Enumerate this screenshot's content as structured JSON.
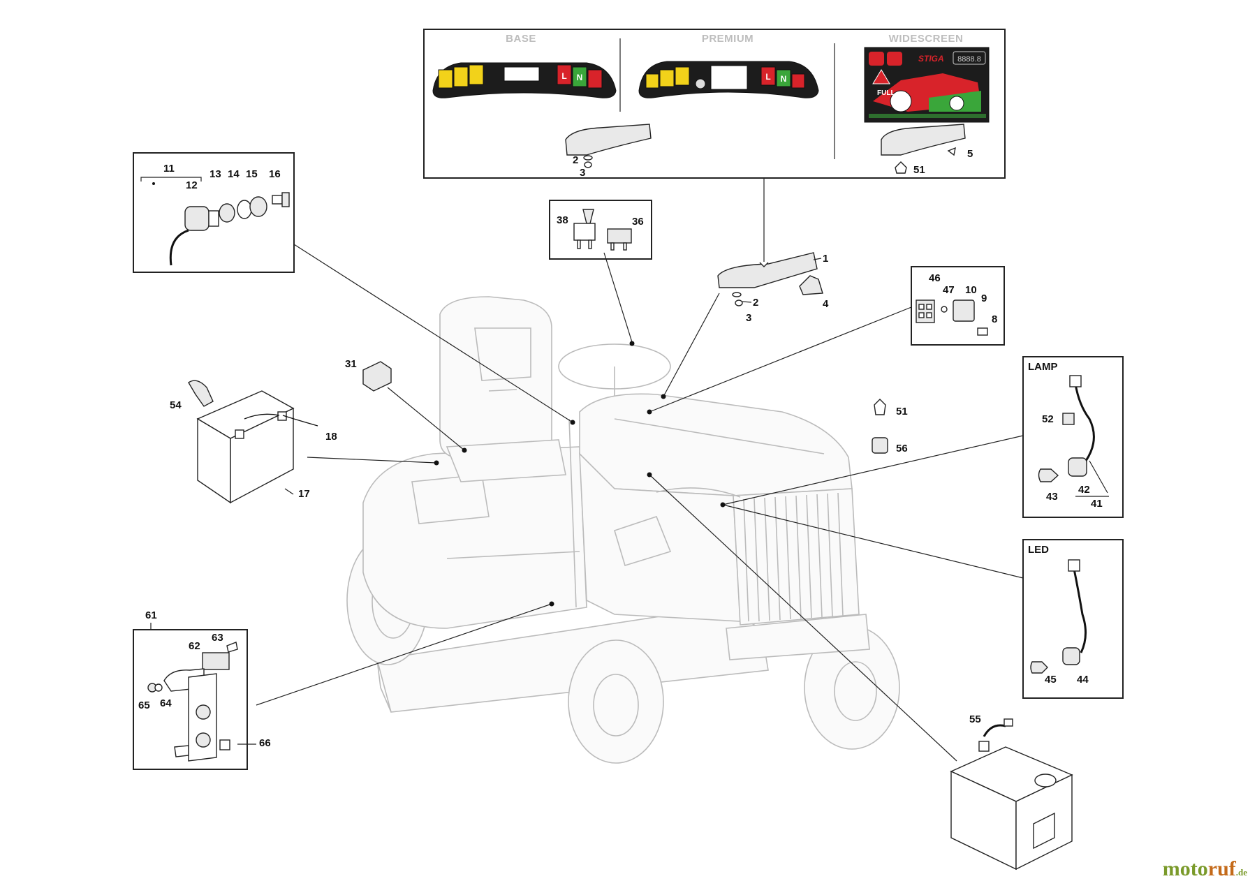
{
  "panels": {
    "base": "BASE",
    "premium": "PREMIUM",
    "widescreen": "WIDESCREEN",
    "lamp": "LAMP",
    "led": "LED"
  },
  "dash": {
    "brand": "STIGA",
    "full": "FULL",
    "digits": "8888.8",
    "gear_n": "N",
    "gear_l": "L"
  },
  "callouts": {
    "c1": "1",
    "c2a": "2",
    "c3a": "3",
    "c2b": "2",
    "c3b": "3",
    "c4": "4",
    "c5": "5",
    "c8": "8",
    "c9": "9",
    "c10": "10",
    "c11": "11",
    "c12": "12",
    "c13": "13",
    "c14": "14",
    "c15": "15",
    "c16": "16",
    "c17": "17",
    "c18": "18",
    "c31": "31",
    "c36": "36",
    "c38": "38",
    "c41": "41",
    "c42": "42",
    "c43": "43",
    "c44": "44",
    "c45": "45",
    "c46": "46",
    "c47": "47",
    "c51a": "51",
    "c51b": "51",
    "c52": "52",
    "c54": "54",
    "c55": "55",
    "c56": "56",
    "c61": "61",
    "c62": "62",
    "c63": "63",
    "c64": "64",
    "c65": "65",
    "c66": "66"
  },
  "watermark": {
    "part1": "moto",
    "part2": "ruf",
    "suffix": ".de"
  },
  "colors": {
    "yellow": "#f2d21a",
    "red": "#d8232a",
    "green": "#3aa63a",
    "dark": "#1c1c1c"
  }
}
